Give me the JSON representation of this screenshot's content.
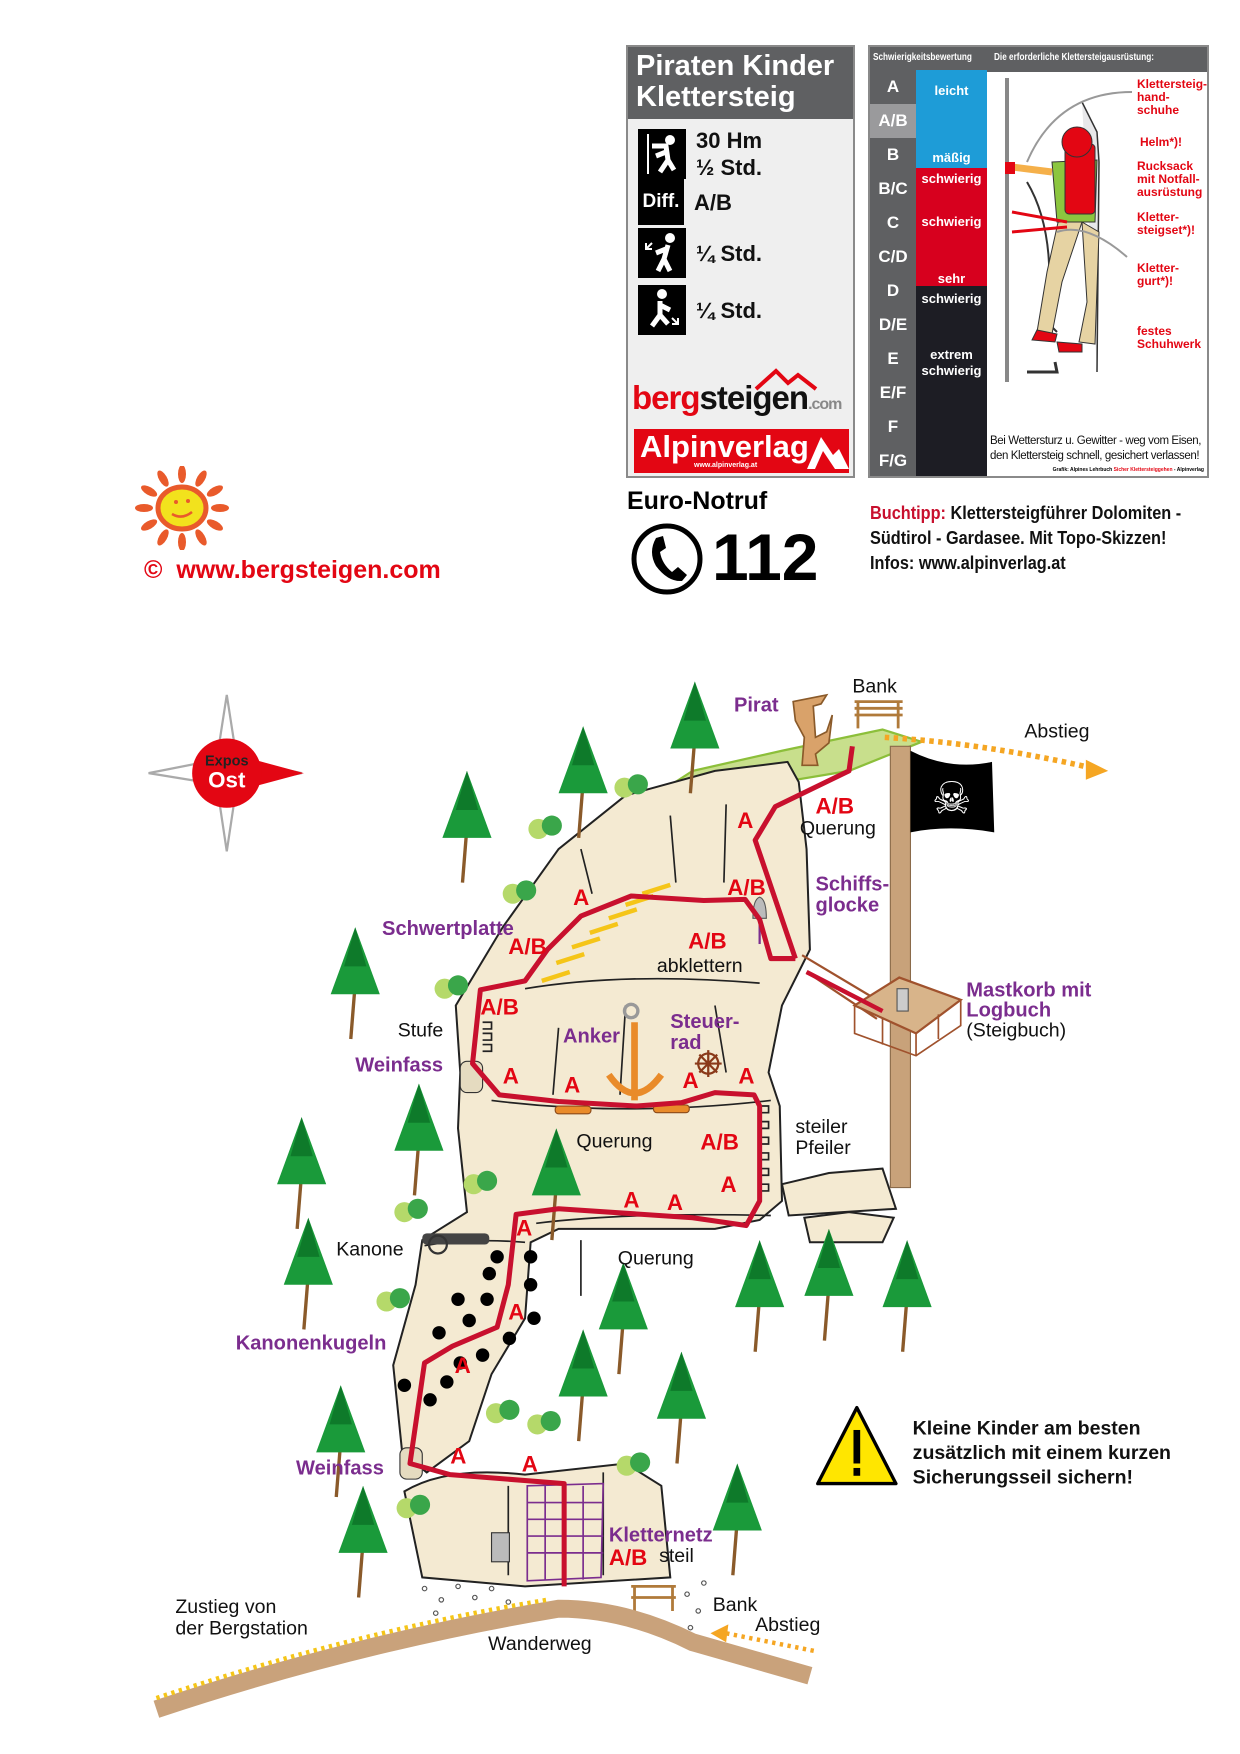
{
  "info_panel": {
    "title_line1": "Piraten Kinder",
    "title_line2": "Klettersteig",
    "ascent": "30 Hm",
    "ascent_time": "½ Std.",
    "diff_badge": "Diff.",
    "difficulty": "A/B",
    "approach_time": "¼ Std.",
    "descent_time": "¼ Std.",
    "logo_berg": "berg",
    "logo_steigen": "steigen",
    "logo_com": ".com",
    "alpinverlag": "Alpinverlag",
    "alpinverlag_url": "www.alpinverlag.at"
  },
  "rating_panel": {
    "header_left": "Schwierigkeitsbewertung",
    "header_right": "Die erforderliche Klettersteigausrüstung:",
    "grades": [
      "A",
      "A/B",
      "B",
      "B/C",
      "C",
      "C/D",
      "D",
      "D/E",
      "E",
      "E/F",
      "F",
      "F/G"
    ],
    "highlighted_grade": "A/B",
    "levels": {
      "leicht": "leicht",
      "maessig": "mäßig",
      "schwierig1": "schwierig",
      "schwierig2": "schwierig",
      "sehr1": "sehr",
      "sehr2": "schwierig",
      "extrem1": "extrem",
      "extrem2": "schwierig"
    },
    "equipment": {
      "gloves1": "Klettersteig-",
      "gloves2": "hand-",
      "gloves3": "schuhe",
      "helmet": "Helm*)!",
      "pack1": "Rucksack",
      "pack2": "mit Notfall-",
      "pack3": "ausrüstung",
      "set1": "Kletter-",
      "set2": "steigset*)!",
      "harness1": "Kletter-",
      "harness2": "gurt*)!",
      "shoes1": "festes",
      "shoes2": "Schuhwerk"
    },
    "warning1": "Bei Wettersturz u. Gewitter - weg vom Eisen,",
    "warning2": "den Klettersteig schnell, gesichert verlassen!",
    "credit_a": "Grafik: Alpines Lehrbuch ",
    "credit_b": "Sicher Klettersteiggehen",
    "credit_c": " - Alpinverlag"
  },
  "brand": {
    "copyright": "©",
    "url": "www.bergsteigen.com"
  },
  "emergency": {
    "label": "Euro-Notruf",
    "number": "112"
  },
  "book_tip": {
    "label": "Buchtipp:",
    "line1": " Klettersteigführer Dolomiten -",
    "line2": "Südtirol - Gardasee. Mit Topo-Skizzen!",
    "line3": "Infos: www.alpinverlag.at"
  },
  "compass": {
    "expos": "Expos",
    "direction": "Ost"
  },
  "map": {
    "labels": {
      "pirat": "Pirat",
      "bank_top": "Bank",
      "abstieg_top": "Abstieg",
      "querung1": "Querung",
      "schiffs1": "Schiffs-",
      "schiffs2": "glocke",
      "schwertplatte": "Schwertplatte",
      "abklettern": "abklettern",
      "stufe": "Stufe",
      "anker": "Anker",
      "steuer1": "Steuer-",
      "steuer2": "rad",
      "weinfass1": "Weinfass",
      "mastkorb1": "Mastkorb mit",
      "mastkorb2": "Logbuch",
      "mastkorb3": "(Steigbuch)",
      "steiler1": "steiler",
      "steiler2": "Pfeiler",
      "querung2": "Querung",
      "kanone": "Kanone",
      "querung3": "Querung",
      "kanonenkugeln": "Kanonenkugeln",
      "weinfass2": "Weinfass",
      "kletternetz": "Kletternetz",
      "steil": "steil",
      "zustieg1": "Zustieg von",
      "zustieg2": "der Bergstation",
      "wanderweg": "Wanderweg",
      "bank_bottom": "Bank",
      "abstieg_bottom": "Abstieg"
    },
    "grades": [
      "A/B",
      "A",
      "A/B",
      "A",
      "A/B",
      "A/B",
      "A/B",
      "A",
      "A",
      "A",
      "A",
      "A/B",
      "A",
      "A",
      "A",
      "A",
      "A",
      "A",
      "A",
      "A",
      "A/B"
    ]
  },
  "warning": {
    "line1": "Kleine Kinder am besten",
    "line2": "zusätzlich mit einem kurzen",
    "line3": "Sicherungsseil sichern!"
  },
  "colors": {
    "route": "#c8102e",
    "label_purple": "#7b2d8e",
    "grade_red": "#e30613",
    "easy": "#1e9cd7",
    "hard": "#d7001e",
    "extreme": "#1d1d24",
    "path_yellow": "#f5a623"
  }
}
